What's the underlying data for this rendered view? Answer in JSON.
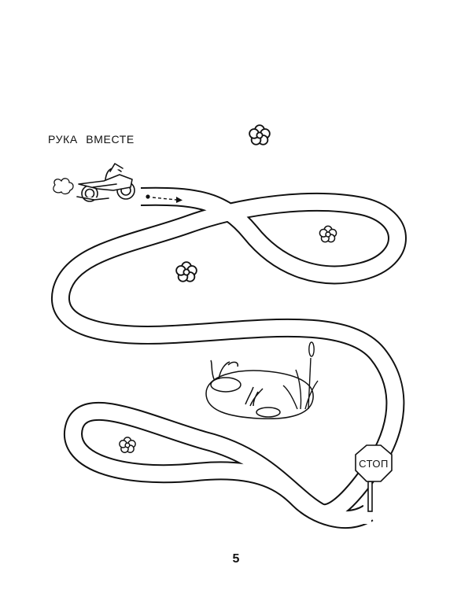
{
  "instruction": "РУКА ВМЕСТЕ",
  "stop_sign": {
    "label": "СТОП"
  },
  "page_number": "5",
  "icons": [
    "motorcycle-icon",
    "exhaust-smoke-icon",
    "flower-icon",
    "pond-icon",
    "cattail-icon",
    "stop-sign-icon",
    "start-dot-icon",
    "dashed-arrow-icon"
  ],
  "colors": {
    "line": "#111111",
    "background": "#ffffff"
  }
}
